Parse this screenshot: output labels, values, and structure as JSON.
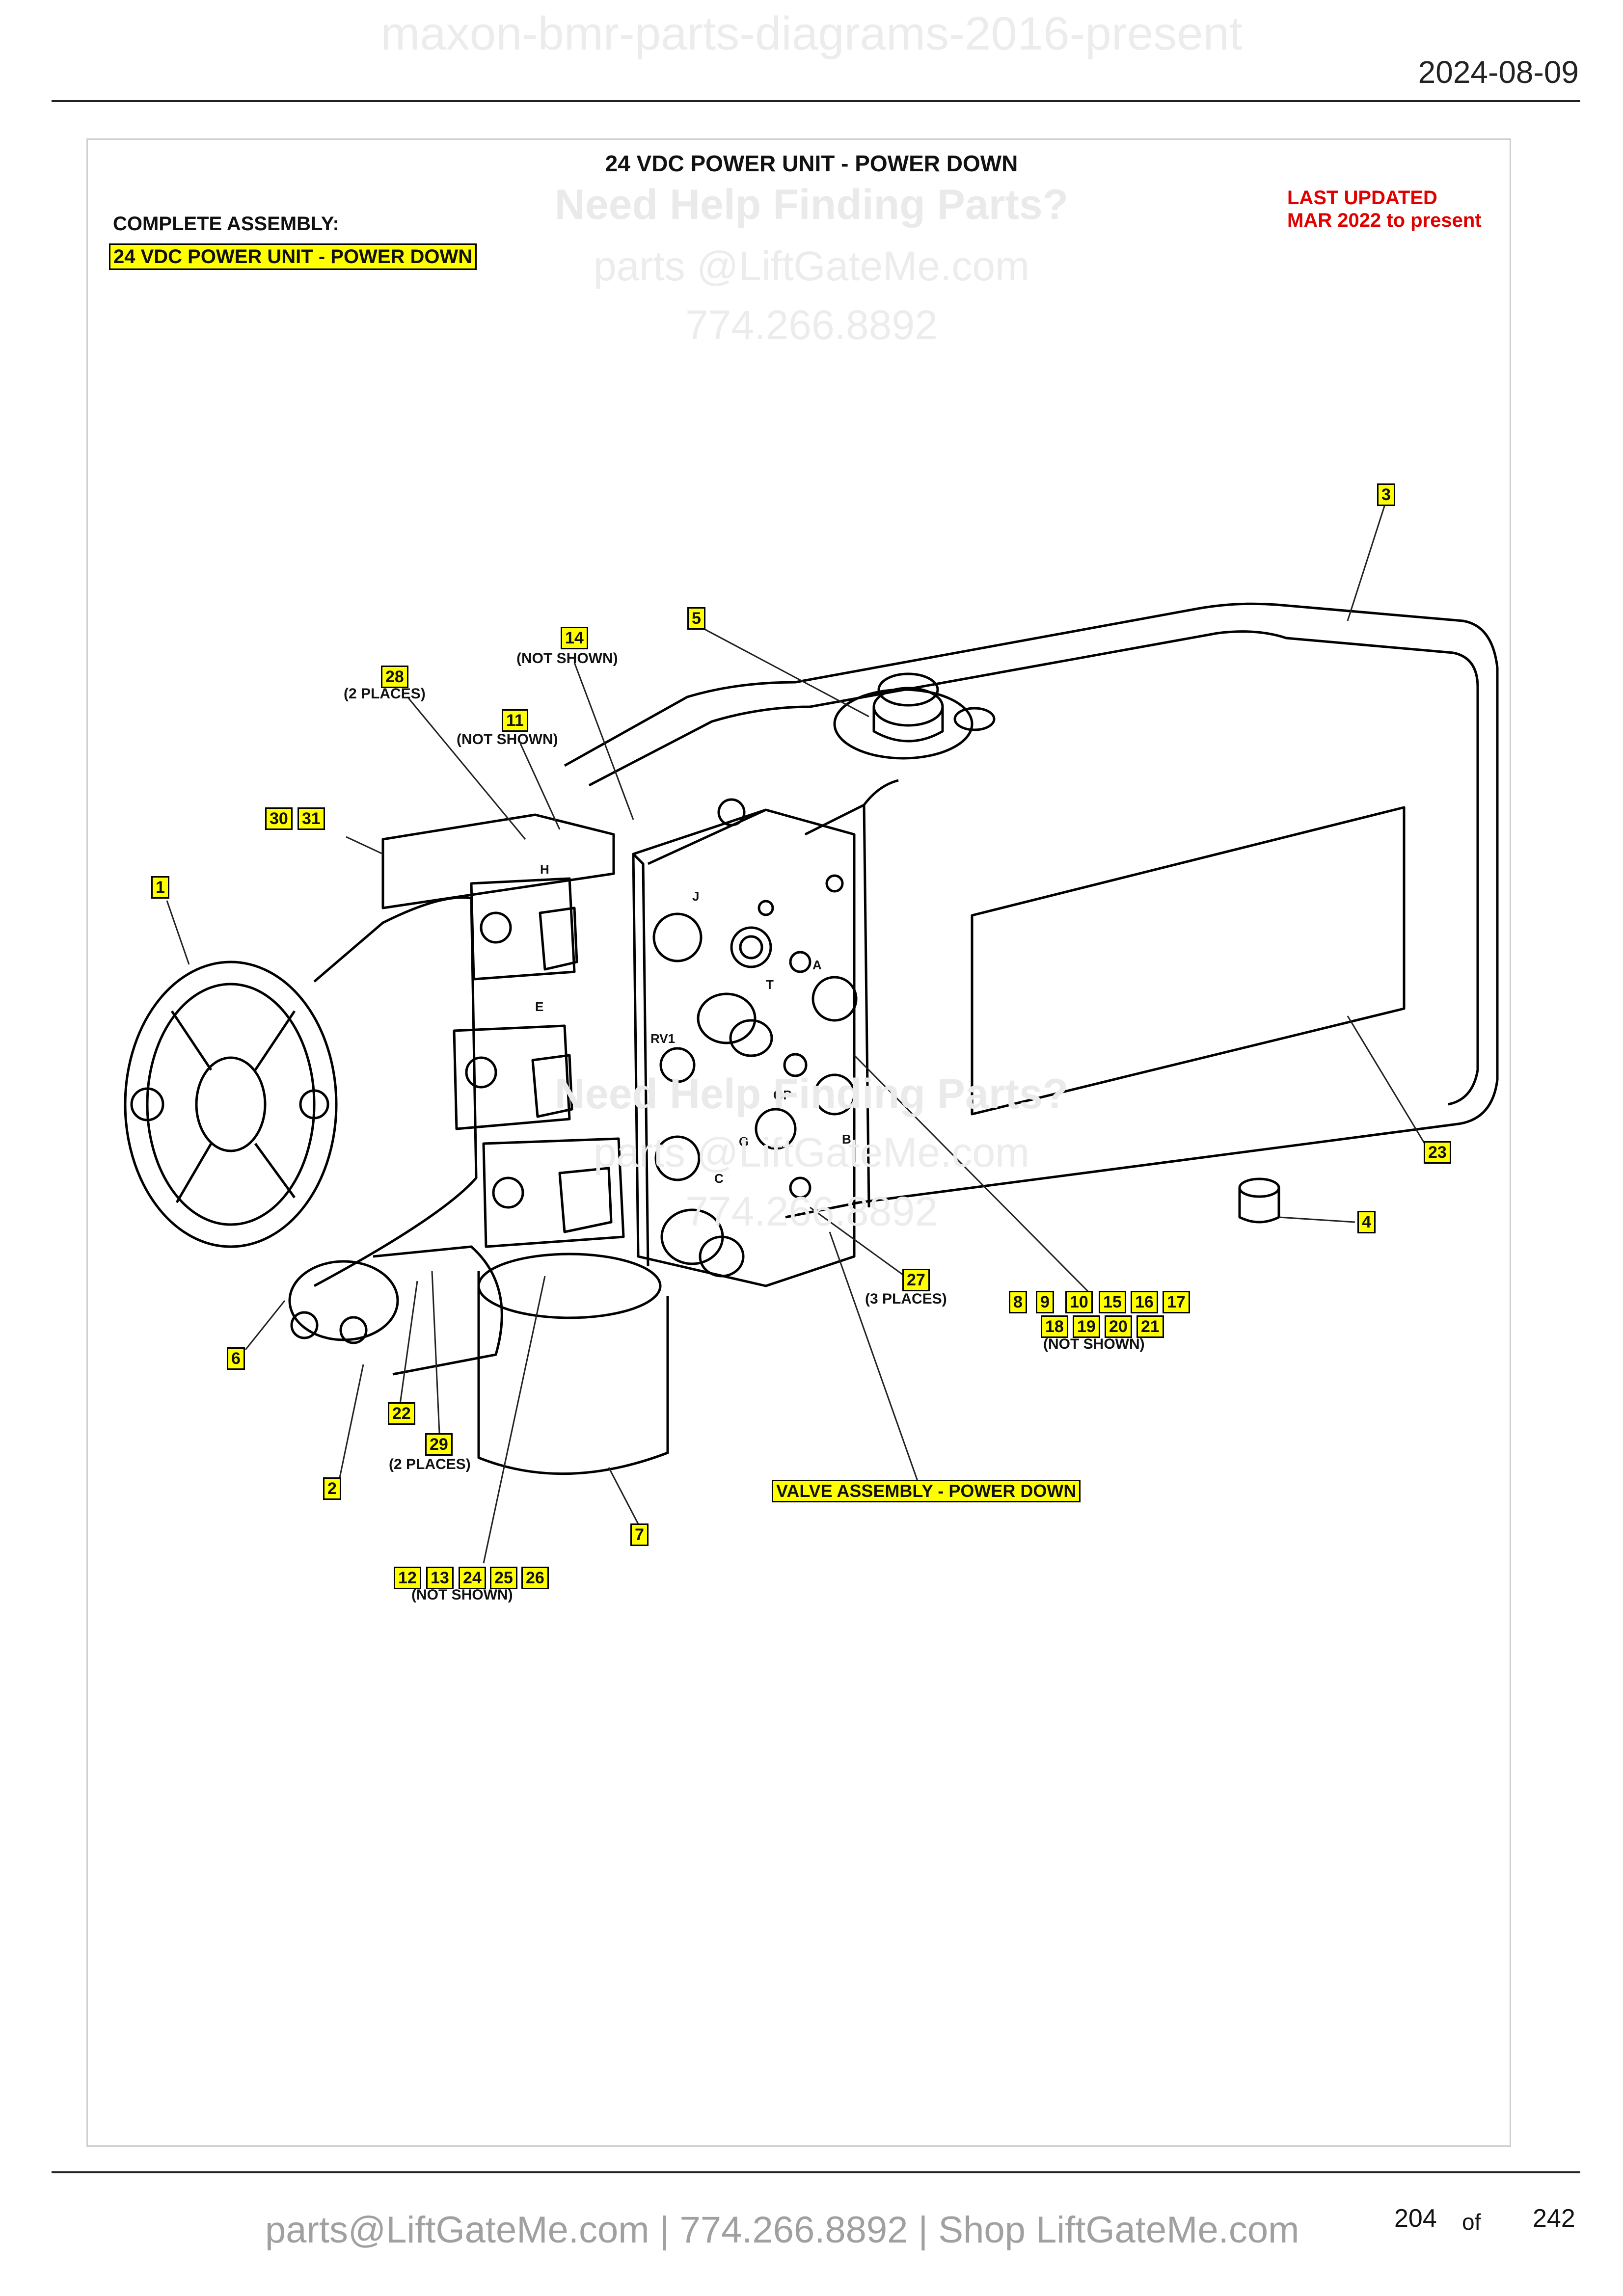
{
  "header": {
    "watermark_title": "maxon-bmr-parts-diagrams-2016-present",
    "date": "2024-08-09"
  },
  "diagram": {
    "title": "24 VDC POWER UNIT - POWER DOWN",
    "complete_assembly_label": "COMPLETE ASSEMBLY:",
    "complete_assembly_name": "24 VDC POWER UNIT - POWER DOWN",
    "last_updated_line1": "LAST UPDATED",
    "last_updated_line2": "MAR 2022 to present",
    "valve_assembly_label": "VALVE ASSEMBLY - POWER DOWN",
    "watermark": {
      "help": "Need Help Finding Parts?",
      "email": "parts @LiftGateMe.com",
      "phone": "774.266.8892"
    },
    "callouts": {
      "c1": "1",
      "c2": "2",
      "c3": "3",
      "c4": "4",
      "c5": "5",
      "c6": "6",
      "c7": "7",
      "c8": "8",
      "c9": "9",
      "c10": "10",
      "c11": "11",
      "c12": "12",
      "c13": "13",
      "c14": "14",
      "c15": "15",
      "c16": "16",
      "c17": "17",
      "c18": "18",
      "c19": "19",
      "c20": "20",
      "c21": "21",
      "c22": "22",
      "c23": "23",
      "c24": "24",
      "c25": "25",
      "c26": "26",
      "c27": "27",
      "c28": "28",
      "c29": "29",
      "c30": "30",
      "c31": "31"
    },
    "notes": {
      "not_shown": "(NOT SHOWN)",
      "two_places": "(2 PLACES)",
      "three_places": "(3 PLACES)"
    },
    "block_letters": {
      "h": "H",
      "e": "E",
      "j": "J",
      "t": "T",
      "a": "A",
      "rv1": "RV1",
      "gp": "GP",
      "g": "G",
      "c": "C",
      "b": "B"
    }
  },
  "footer": {
    "contact": "parts@LiftGateMe.com | 774.266.8892 | Shop LiftGateMe.com",
    "page_current": "204",
    "page_of": "of",
    "page_total": "242"
  }
}
